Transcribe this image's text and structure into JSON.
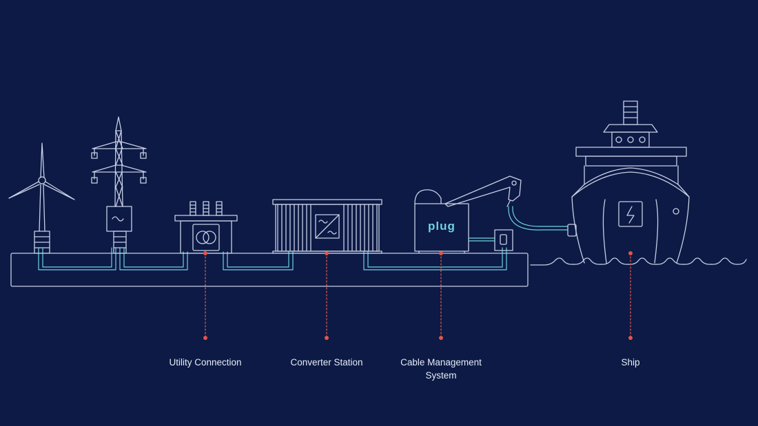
{
  "colors": {
    "background": "#0c1a45",
    "outline": "#c9cfe6",
    "cable": "#6fd3df",
    "marker": "#e0554a",
    "label": "#e8ecf6"
  },
  "components": [
    {
      "id": "wind-turbine",
      "icon": "wind-turbine-icon"
    },
    {
      "id": "pylon",
      "icon": "power-pylon-icon",
      "glyph": "~"
    },
    {
      "id": "transformer",
      "icon": "transformer-icon"
    },
    {
      "id": "converter",
      "icon": "converter-icon",
      "glyph": "~/~"
    },
    {
      "id": "plug-unit",
      "icon": "plug-crane-icon",
      "brand": "PLUG"
    },
    {
      "id": "ship",
      "icon": "ship-icon",
      "glyph": "lightning"
    }
  ],
  "labels": {
    "utility": [
      "Utility Connection"
    ],
    "converter": [
      "Converter Station"
    ],
    "cable_management": [
      "Cable Management",
      "System"
    ],
    "ship": [
      "Ship"
    ]
  },
  "brand_logo": "PLUG"
}
